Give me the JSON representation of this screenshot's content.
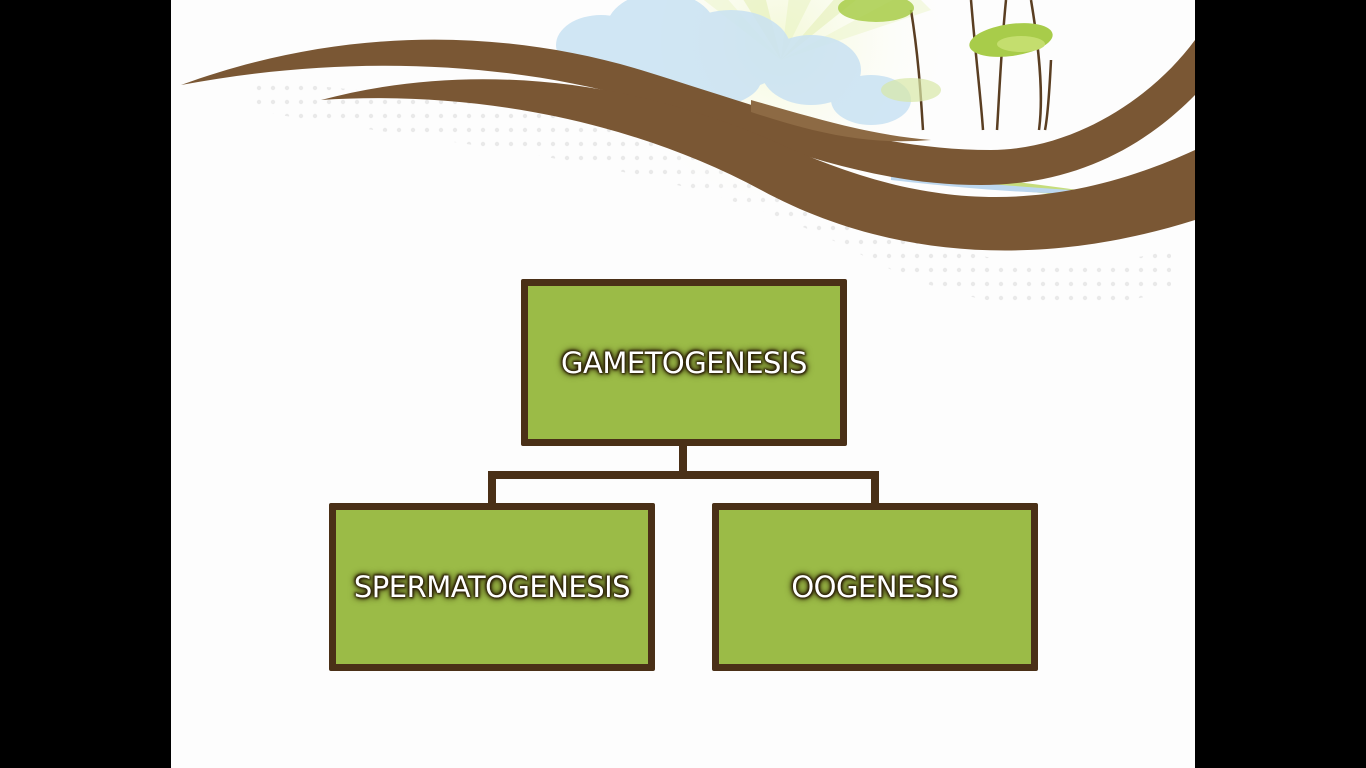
{
  "colors": {
    "node_fill": "#9bbb47",
    "node_border": "#4a3017",
    "label_text": "#ffffff",
    "branch_brown": "#7a5734",
    "leaf_green": "#a8cc4a",
    "sky_blue": "#c9e2f3",
    "frame_black": "#000000",
    "slide_background": "#fdfdfd"
  },
  "diagram": {
    "root": {
      "label": "GAMETOGENESIS"
    },
    "children": [
      {
        "label": "SPERMATOGENESIS"
      },
      {
        "label": "OOGENESIS"
      }
    ]
  }
}
